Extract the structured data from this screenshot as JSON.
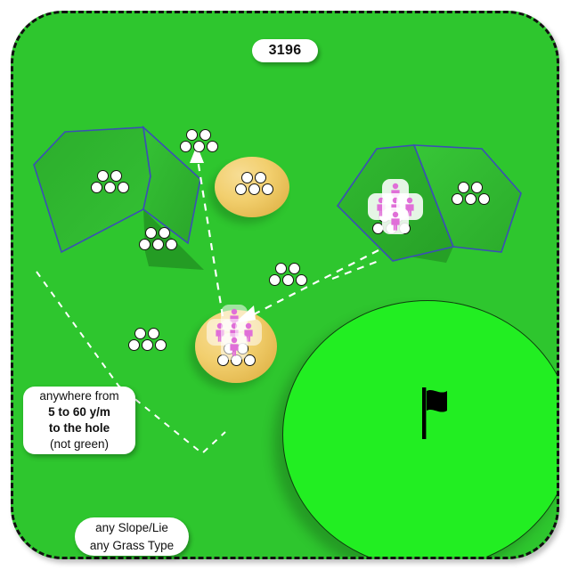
{
  "diagram": {
    "title_pill": "3196",
    "bottom_pill_lines": [
      "any Slope/Lie",
      "any Grass Type"
    ],
    "info_box": {
      "line1": "anywhere from",
      "line2": "5 to 60 y/m",
      "line3": "to the hole",
      "line4": "(not green)"
    },
    "colors": {
      "fairway": "#2ec62e",
      "green": "#22ee22",
      "bunker_sand": "#f2cf6e",
      "rough_outline": "#2b3fa8",
      "player_figure": "#e06fd8",
      "boundary_dash": "#ffffff",
      "border_dash": "#111111"
    },
    "features": {
      "putting_green": "green-ellipse",
      "flag": "flag-icon",
      "bunkers": 2,
      "rough_polygons": 4,
      "ball_clusters": 8,
      "player_clusters": 2,
      "arrows": 2
    },
    "icons": {
      "flag": "flag-icon",
      "ball": "golf-ball-icon",
      "player": "player-figure-icon"
    }
  }
}
